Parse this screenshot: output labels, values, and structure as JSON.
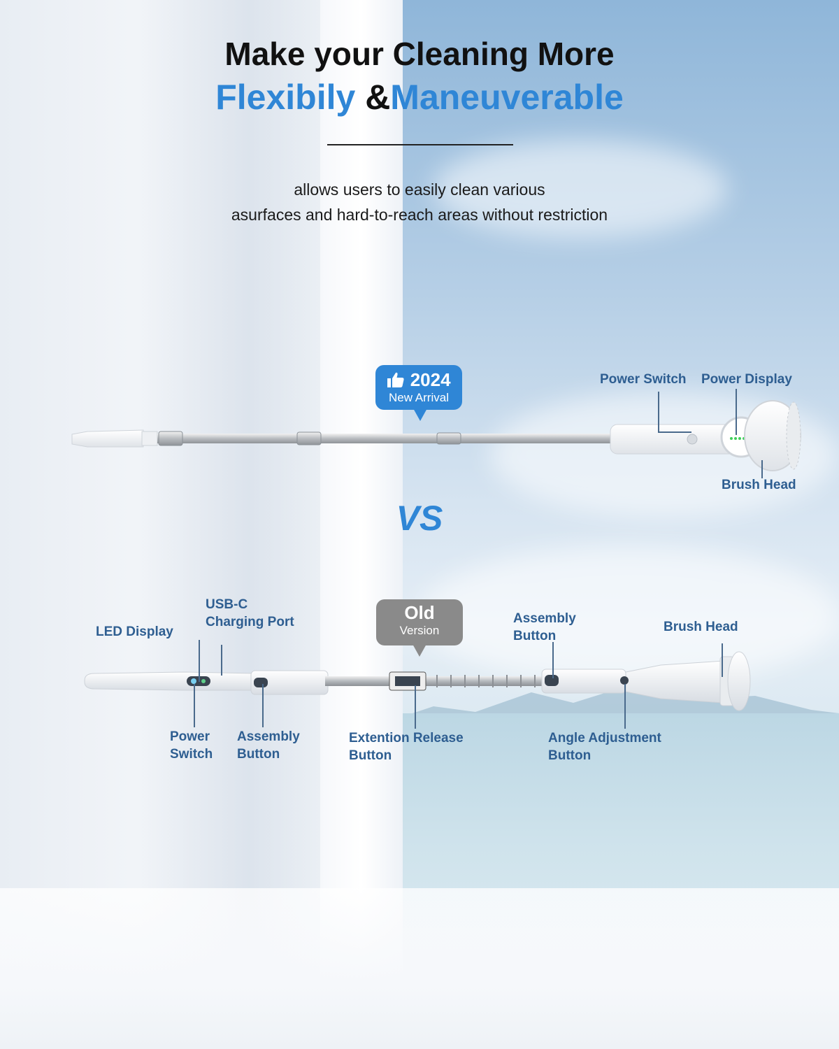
{
  "headline": {
    "line1": "Make your Cleaning More",
    "line2_word1": "Flexibily",
    "line2_amp": " &",
    "line2_word2": "Maneuverable"
  },
  "subtitle": {
    "line1": "allows users to easily clean various",
    "line2": "asurfaces and hard-to-reach areas without restriction"
  },
  "new_model": {
    "badge_year": "2024",
    "badge_text": "New Arrival",
    "labels": {
      "power_switch": "Power Switch",
      "power_display": "Power Display",
      "brush_head": "Brush Head"
    }
  },
  "vs": "VS",
  "old_model": {
    "badge_title": "Old",
    "badge_text": "Version",
    "labels": {
      "led_display": "LED Display",
      "usb_line1": "USB-C",
      "usb_line2": "Charging Port",
      "power_line1": "Power",
      "power_line2": "Switch",
      "assembly_left_line1": "Assembly",
      "assembly_left_line2": "Button",
      "extention_line1": "Extention Release",
      "extention_line2": "Button",
      "assembly_right_line1": "Assembly",
      "assembly_right_line2": "Button",
      "brush_head": "Brush Head",
      "angle_line1": "Angle Adjustment",
      "angle_line2": "Button"
    }
  },
  "colors": {
    "accent_blue": "#2f86d6",
    "label_blue": "#2e5e91",
    "old_badge_gray": "#8a8a8a",
    "led_green": "#3fcf5a"
  }
}
